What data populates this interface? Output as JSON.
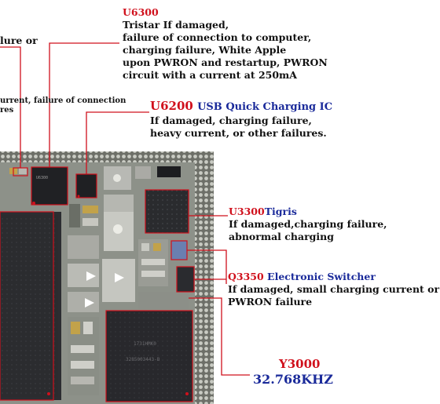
{
  "labels": {
    "u6300": {
      "code": "U6300",
      "lines": [
        "Tristar  If  damaged,",
        "failure of connection to computer,",
        "charging failure, White Apple",
        "upon PWRON  and restartup, PWRON",
        "circuit  with a current at 250mA"
      ]
    },
    "u6200": {
      "code": "U6200",
      "name": "USB  Quick  Charging  IC",
      "lines": [
        "If damaged,  charging  failure,",
        "heavy  current,  or other failures."
      ]
    },
    "u3300": {
      "code": "U3300",
      "name": "Tigris",
      "lines": [
        "If damaged,charging  failure,",
        "abnormal charging"
      ]
    },
    "q3350": {
      "code": "Q3350",
      "name": "Electronic  Switcher",
      "lines": [
        "If damaged, small charging current or",
        "PWRON failure"
      ]
    },
    "y3000": {
      "code": "Y3000",
      "freq": "32.768KHZ"
    },
    "left_partial": {
      "line1": "lure or",
      "line2": "urrent, failure of connection",
      "line3": "res"
    }
  },
  "chip_markings": {
    "u6300": "U6300",
    "bottom_chip": "1731HMK0",
    "bottom_chip2": "3285003443-B"
  },
  "colors": {
    "red": "#d0101c",
    "blue": "#1a2a9a",
    "board": "#8a8f86",
    "chip": "#1e1f22"
  }
}
